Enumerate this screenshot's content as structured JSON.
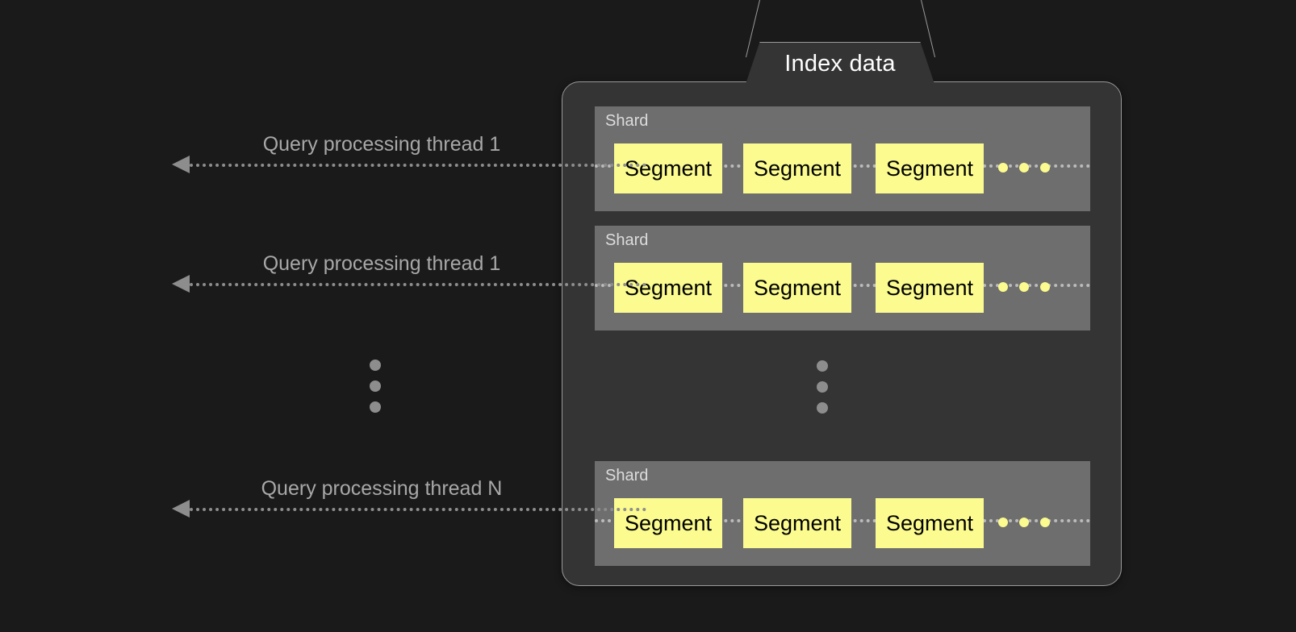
{
  "diagram": {
    "title": "Index data",
    "background_color": "#1a1a1a",
    "panel_color": "#343434",
    "shard_color": "#6e6e6e",
    "segment_color": "#fbfb8f",
    "accent_text_color": "#a8a8a8"
  },
  "threads": [
    {
      "label": "Query processing thread 1"
    },
    {
      "label": "Query processing thread 1"
    },
    {
      "label": "Query processing thread N"
    }
  ],
  "thread_ellipsis": {
    "dots": 3,
    "color": "#8d8d8d"
  },
  "shards": [
    {
      "label": "Shard",
      "segments": [
        {
          "label": "Segment"
        },
        {
          "label": "Segment"
        },
        {
          "label": "Segment"
        }
      ],
      "trailing_dots": 3
    },
    {
      "label": "Shard",
      "segments": [
        {
          "label": "Segment"
        },
        {
          "label": "Segment"
        },
        {
          "label": "Segment"
        }
      ],
      "trailing_dots": 3
    },
    {
      "label": "Shard",
      "segments": [
        {
          "label": "Segment"
        },
        {
          "label": "Segment"
        },
        {
          "label": "Segment"
        }
      ],
      "trailing_dots": 3
    }
  ],
  "shard_ellipsis": {
    "dots": 3,
    "color": "#8d8d8d"
  }
}
